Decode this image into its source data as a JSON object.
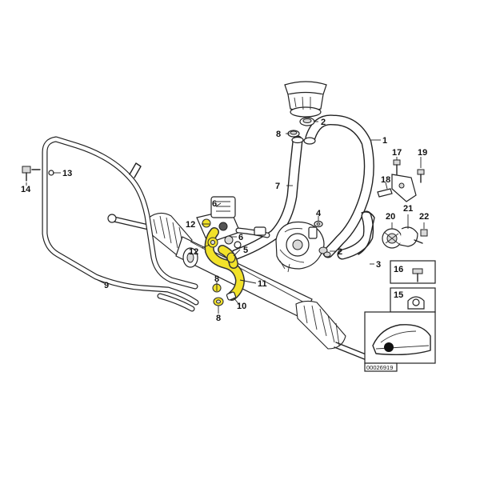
{
  "diagram": {
    "callouts": {
      "c1": "1",
      "c2a": "2",
      "c2b": "2",
      "c3": "3",
      "c4": "4",
      "c5": "5",
      "c6a": "6",
      "c6b": "6",
      "c7": "7",
      "c8a": "8",
      "c8b": "8",
      "c8c": "8",
      "c9": "9",
      "c10": "10",
      "c11": "11",
      "c12a": "12",
      "c12b": "12",
      "c13": "13",
      "c14": "14",
      "c15": "15",
      "c16": "16",
      "c17": "17",
      "c18": "18",
      "c19": "19",
      "c20": "20",
      "c21": "21",
      "c22": "22"
    },
    "diagram_code": "00026919",
    "highlight_color": "#f2e22a"
  }
}
